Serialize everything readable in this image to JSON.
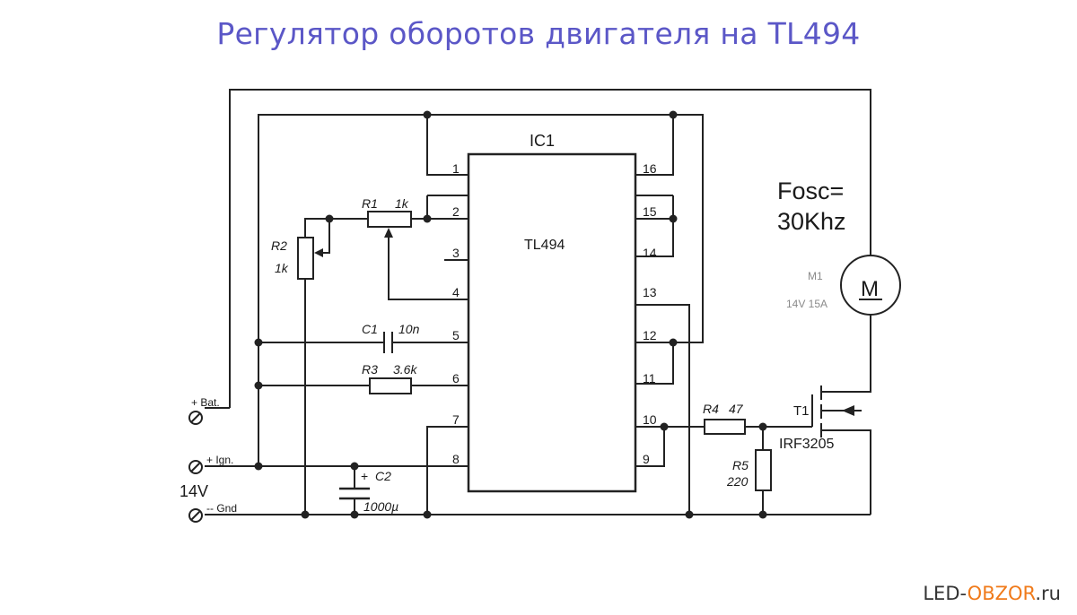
{
  "title": "Регулятор оборотов двигателя на TL494",
  "ic": {
    "ref": "IC1",
    "name": "TL494",
    "pins_left": [
      "1",
      "2",
      "3",
      "4",
      "5",
      "6",
      "7",
      "8"
    ],
    "pins_right": [
      "16",
      "15",
      "14",
      "13",
      "12",
      "11",
      "10",
      "9"
    ]
  },
  "components": {
    "r1": {
      "ref": "R1",
      "value": "1k"
    },
    "r2": {
      "ref": "R2",
      "value": "1k"
    },
    "c1": {
      "ref": "C1",
      "value": "10n"
    },
    "r3": {
      "ref": "R3",
      "value": "3.6k"
    },
    "c2": {
      "ref": "C2",
      "value": "1000µ",
      "polarity": "+"
    },
    "r4": {
      "ref": "R4",
      "value": "47"
    },
    "r5": {
      "ref": "R5",
      "value": "220"
    },
    "t1": {
      "ref": "T1",
      "part": "IRF3205"
    },
    "m1": {
      "ref": "M1",
      "rating": "14V 15A",
      "symbol": "M"
    }
  },
  "terminals": {
    "bat": "+ Bat.",
    "ign": "+ Ign.",
    "gnd": "-- Gnd",
    "supply": "14V"
  },
  "fosc": {
    "line1": "Fosc=",
    "line2": "30Khz"
  },
  "watermark": {
    "part1": "LED-",
    "part2": "OBZOR",
    "part3": ".ru"
  }
}
